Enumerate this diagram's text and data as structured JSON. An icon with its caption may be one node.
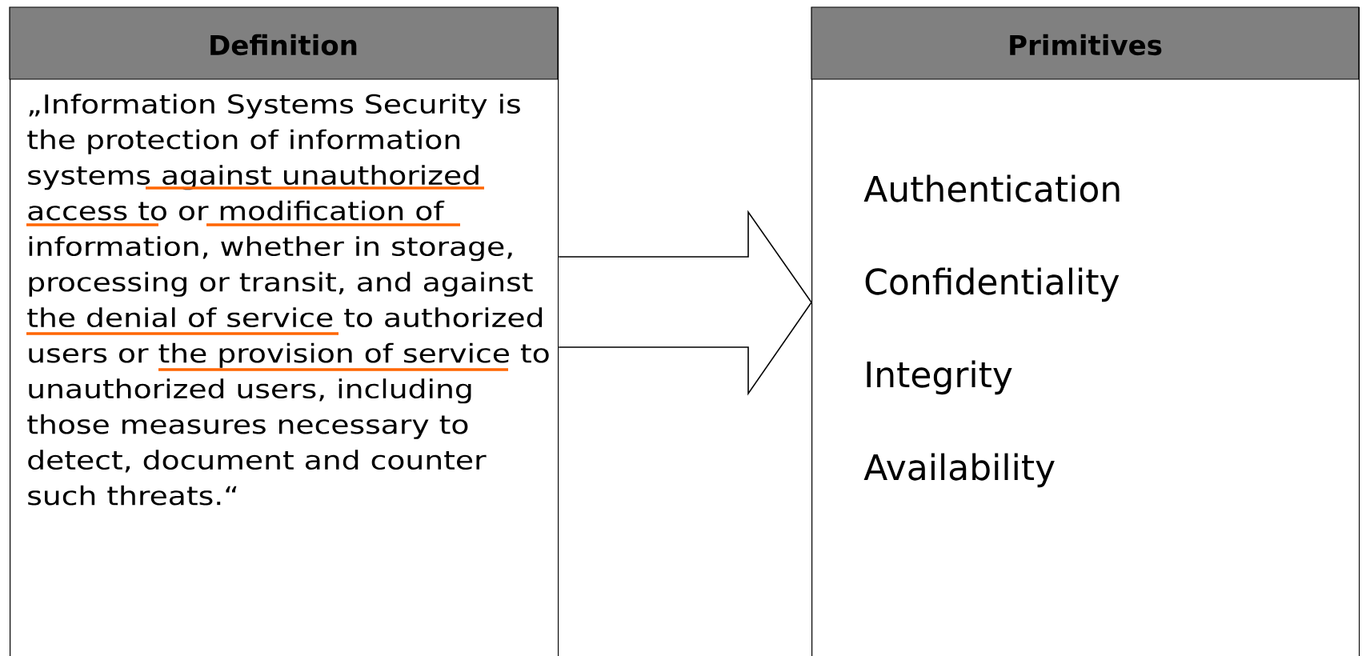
{
  "diagram": {
    "nodes": [
      {
        "text": [
          "Definition",
          "„Information Systems Security is the protection of information systems against unauthorized access to or modification of information, whether in storage, processing or transit, and against the denial of service to authorized users or the provision of service to unauthorized users, including those measures necessary to detect, document and counter such threats.“"
        ]
      },
      {
        "text": [
          "Primitives",
          "Authentication",
          "Confidentiality",
          "Integrity",
          "Availability"
        ]
      }
    ],
    "edges": [
      {
        "from": 0,
        "to": 1,
        "arrow": "to",
        "style": "thick"
      }
    ]
  }
}
